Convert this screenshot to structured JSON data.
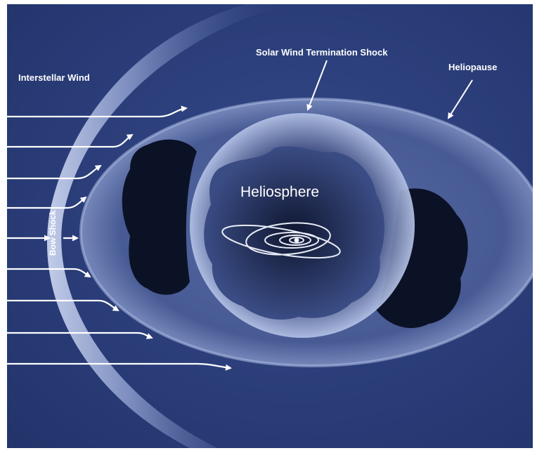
{
  "labels": {
    "interstellar_wind": "Interstellar Wind",
    "termination_shock": "Solar Wind Termination Shock",
    "heliopause": "Heliopause",
    "heliosphere": "Heliosphere",
    "bow_shock": "Bow Shock"
  },
  "colors": {
    "background": "#2b3f7a",
    "outer_shell": "#8a9bc8",
    "heliosheath": "#3b4f86",
    "inner_cavity": "#0d1326",
    "heliosphere_core": "#1c274a",
    "arrow": "#ffffff"
  }
}
